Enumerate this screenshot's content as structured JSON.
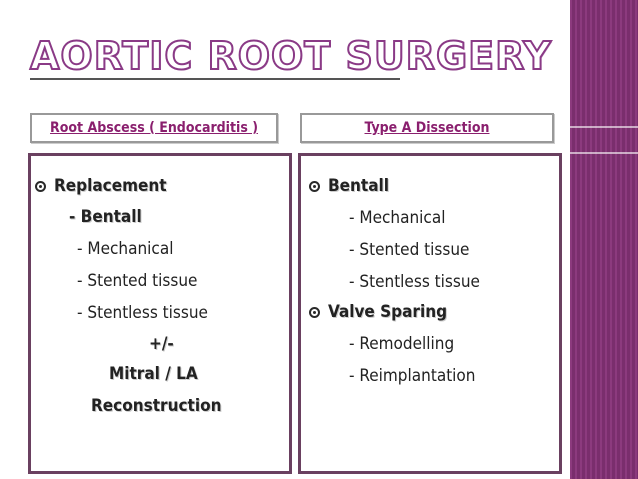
{
  "slide": {
    "title": "AORTIC ROOT SURGERY",
    "left_header": "Root Abscess ( Endocarditis )",
    "right_header": "Type A Dissection",
    "left": {
      "bullet1": "Replacement",
      "sub1": "- Bentall",
      "items": [
        "- Mechanical",
        "- Stented tissue",
        "- Stentless tissue"
      ],
      "plusminus": "+/-",
      "extra1": "Mitral / LA",
      "extra2": "Reconstruction"
    },
    "right": {
      "bullet1": "Bentall",
      "items1": [
        "- Mechanical",
        "- Stented tissue",
        "- Stentless tissue"
      ],
      "bullet2": "Valve Sparing",
      "items2": [
        "- Remodelling",
        "- Reimplantation"
      ]
    }
  },
  "colors": {
    "accent": "#8a1f6e",
    "sidebar": "#7a2e6d",
    "border": "#6a4060"
  }
}
